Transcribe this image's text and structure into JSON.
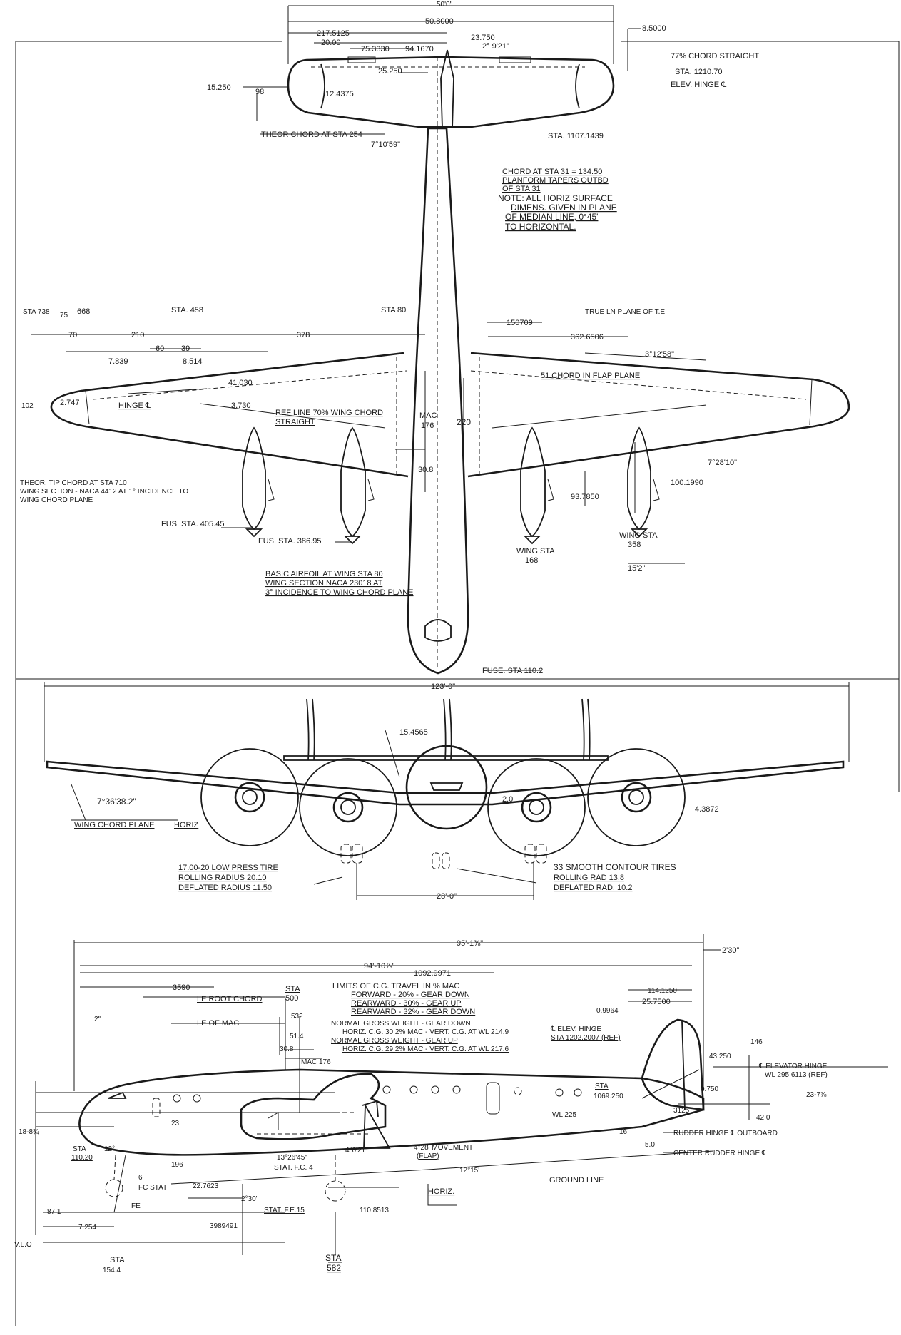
{
  "top_view": {
    "dims": {
      "span_tail": "50'0\"",
      "tail_a": "50.8000",
      "tail_b": "217.5125",
      "tail_c": "20.00",
      "tail_d": "75.3330",
      "tail_e": "94.1670",
      "tail_f": "23.750",
      "tail_ang": "2° 9'21\"",
      "tail_g": "25.250",
      "tail_h": "8.5000",
      "tail_i": "15.250",
      "tail_j": "98",
      "tail_k": "12.4375",
      "tail_ang2": "7°10'59\""
    },
    "notes": {
      "chord77": "77% CHORD STRAIGHT",
      "sta1210": "STA. 1210.70",
      "elev_hinge": "ELEV. HINGE ℄",
      "theor_chord": "THEOR CHORD AT STA 254",
      "sta1107": "STA. 1107.1439",
      "chord_sta31": "CHORD AT STA 31 = 134.50",
      "planform": "PLANFORM TAPERS OUTBD",
      "of_sta31": "OF STA 31",
      "note1": "NOTE: ALL HORIZ SURFACE",
      "note2": "DIMENS. GIVEN IN PLANE",
      "note3": "OF MEDIAN LINE, 0°45'",
      "note4": "TO HORIZONTAL."
    },
    "wing": {
      "sta738": "STA 738",
      "v75": "75",
      "v668": "668",
      "sta458": "STA. 458",
      "sta80": "STA 80",
      "v70": "70",
      "v210": "210",
      "v378": "378",
      "v60": "60",
      "v39": "39",
      "v7839": "7.839",
      "v8514": "8.514",
      "v41030": "41.030",
      "v3730": "3.730",
      "v102": "102",
      "v2747": "2.747",
      "hinge": "HINGE ℄",
      "refline1": "REF LINE 70% WING CHORD",
      "refline2": "STRAIGHT",
      "mac": "MAC",
      "v176": "176",
      "v220": "220",
      "v308": "30.8",
      "v150709": "150709",
      "truelen": "TRUE LN PLANE OF T.E",
      "v362": "362.6506",
      "ang3": "3°12'58\"",
      "chord51": "51 CHORD IN FLAP PLANE",
      "ang7": "7°28'10\"",
      "v1001990": "100.1990",
      "v937850": "93.7850",
      "wsta358": "WING STA",
      "wsta358b": "358",
      "wsta168": "WING STA",
      "wsta168b": "168",
      "v152": "15'2\"",
      "tip1": "THEOR. TIP CHORD AT STA 710",
      "tip2": "WING SECTION - NACA 4412 AT 1° INCIDENCE TO",
      "tip3": "WING CHORD PLANE",
      "fus405": "FUS. STA. 405.45",
      "fus386": "FUS. STA. 386.95",
      "basic1": "BASIC AIRFOIL AT WING STA 80",
      "basic2": "WING SECTION NACA 23018 AT",
      "basic3": "3° INCIDENCE TO WING CHORD PLANE",
      "fus110": "FUSE. STA 110.2"
    }
  },
  "front_view": {
    "span": "123'-0\"",
    "v154565": "15.4565",
    "ang": "7°36'38.2\"",
    "wing_plane": "WING CHORD PLANE",
    "horiz": "HORIZ",
    "v20": "2.0",
    "v43872": "4.3872",
    "tire1": "17.00-20 LOW PRESS TIRE",
    "tire2": "ROLLING RADIUS 20.10",
    "tire3": "DEFLATED RADIUS 11.50",
    "tire4": "33 SMOOTH CONTOUR TIRES",
    "tire5": "ROLLING RAD 13.8",
    "tire6": "DEFLATED RAD. 10.2",
    "track": "28'-0\""
  },
  "side_view": {
    "len": "95'-1⅜\"",
    "v230": "2'30\"",
    "len2": "94'-10⅞\"",
    "v1092": "1092.9971",
    "v3590": "3590",
    "root_chord": "LE ROOT CHORD",
    "sta500a": "STA",
    "sta500b": "500",
    "le_mac": "LE OF MAC",
    "v2": "2\"",
    "v532": "532",
    "v514": "51.4",
    "v308": "30.8",
    "mac176": "MAC 176",
    "cg0": "LIMITS OF C.G. TRAVEL IN % MAC",
    "cg1": "FORWARD - 20% - GEAR DOWN",
    "cg2": "REARWARD - 30% - GEAR UP",
    "cg3": "REARWARD - 32% - GEAR DOWN",
    "cg4": "NORMAL GROSS WEIGHT - GEAR DOWN",
    "cg5": "HORIZ. C.G. 30.2% MAC - VERT. C.G. AT WL 214.9",
    "cg6": "NORMAL GROSS WEIGHT - GEAR UP",
    "cg7": "HORIZ. C.G. 29.2% MAC - VERT. C.G. AT WL 217.6",
    "v1141250": "114.1250",
    "v257500": "25.7500",
    "v09964": "0.9964",
    "elevh1": "℄ ELEV. HINGE",
    "elevh2": "STA 1202.2007 (REF)",
    "v146": "146",
    "v4325": "43.250",
    "elevh3": "℄ ELEVATOR HINGE",
    "elevh4": "WL 295.6113 (REF)",
    "v2378": "23-7⅞",
    "v0750": "0.750",
    "v3125": "3125",
    "v42": "42.0",
    "rud1": "RUDDER HINGE ℄ OUTBOARD",
    "v50": "5.0",
    "rud2": "CENTER RUDDER HINGE ℄",
    "sta1069a": "STA",
    "sta1069b": "1069.250",
    "wl225": "WL 225",
    "v16": "16",
    "v188": "18-8¾",
    "v23": "23",
    "v196": "196",
    "sta110a": "STA",
    "sta110b": "110.20",
    "v12a": "12°",
    "v6": "6",
    "fcstat": "FC STAT",
    "fe": "FE",
    "v227623": "22.7623",
    "ang1": "13°26'45\"",
    "statfc": "STAT. F.C. 4",
    "ang2": "4°0'21\"",
    "move1": "4°28' MOVEMENT",
    "move2": "(FLAP)",
    "v1215": "12°15'",
    "ground": "GROUND LINE",
    "horiz": "HORIZ.",
    "v230b": "2°30'",
    "statfe": "STAT. F.E.15",
    "v1108513": "110.8513",
    "v3989491": "3989491",
    "v871": "87.1",
    "v7254": "7.254",
    "vlo": "V.L.O",
    "sta_a": "STA",
    "sta_b": "154.4",
    "sta582a": "STA",
    "sta582b": "582"
  }
}
